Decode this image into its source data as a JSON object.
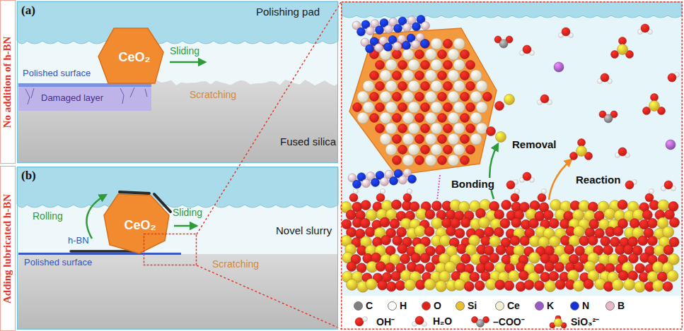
{
  "diagram": {
    "nodes": [
      {
        "text": [
          "No addition of h-BN"
        ]
      },
      {
        "text": [
          "(a)"
        ]
      },
      {
        "text": [
          "CeO₂"
        ],
        "in": 1
      },
      {
        "text": [
          "Adding lubricated h-BN"
        ]
      },
      {
        "text": [
          "(b)"
        ]
      },
      {
        "text": [
          "CeO₂"
        ],
        "in": 4
      }
    ],
    "labels": [
      "Polishing pad",
      "Sliding",
      "Polished surface",
      "Damaged layer",
      "Scratching",
      "Fused silica",
      "Rolling",
      "Sliding",
      "Novel slurry",
      "h-BN",
      "Polished surface",
      "Scratching",
      "Bonding",
      "Removal",
      "Reaction"
    ],
    "legend": [
      {
        "text": "C",
        "color": "#808080"
      },
      {
        "text": "H",
        "color": "#ffffff"
      },
      {
        "text": "O",
        "color": "#e0201b"
      },
      {
        "text": "Si",
        "color": "#e8c030"
      },
      {
        "text": "Ce",
        "color": "#f5efd3"
      },
      {
        "text": "K",
        "color": "#9b59c6"
      },
      {
        "text": "N",
        "color": "#1530d8"
      },
      {
        "text": "B",
        "color": "#eab7c4"
      },
      {
        "text": "OH⁻"
      },
      {
        "text": "H₂O"
      },
      {
        "text": "–COO⁻"
      },
      {
        "text": "SiO₃²⁻"
      }
    ]
  }
}
